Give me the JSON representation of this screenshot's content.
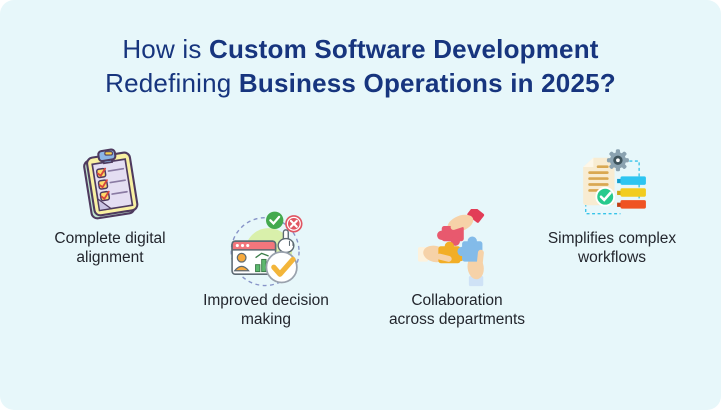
{
  "page": {
    "background_color": "#e7f7fa",
    "title_color": "#17357e",
    "label_color": "#23262d"
  },
  "title": {
    "regular1": "How is ",
    "bold1": "Custom Software Development",
    "regular2": "Redefining ",
    "bold2": "Business Operations in 2025?"
  },
  "items": [
    {
      "icon": "clipboard-checklist-icon",
      "line1": "Complete digital",
      "line2": "alignment"
    },
    {
      "icon": "decision-making-icon",
      "line1": "Improved decision",
      "line2": "making"
    },
    {
      "icon": "collaboration-puzzle-icon",
      "line1": "Collaboration",
      "line2": "across departments"
    },
    {
      "icon": "workflow-gear-icon",
      "line1": "Simplifies complex",
      "line2": "workflows"
    }
  ],
  "icon_colors": {
    "clipboard_board": "#f8f0a2",
    "clipboard_back": "#bfe5cd",
    "clipboard_paper": "#e4def2",
    "clipboard_clip": "#8cb5e6",
    "check_red": "#d6463f",
    "decision_blob": "#d9f0ab",
    "decision_header": "#f3767c",
    "decision_check_green": "#43a94e",
    "decision_x_red": "#e05562",
    "decision_big_check": "#f3b53a",
    "puzzle_pink": "#e8596e",
    "puzzle_yellow": "#f2ae26",
    "puzzle_blue": "#83bbe9",
    "skin": "#f6d2a8",
    "workflow_doc": "#f8ecd2",
    "workflow_gear": "#8aa2b0",
    "workflow_check": "#27ca8d",
    "workflow_bar_cyan": "#2dc5f1",
    "workflow_bar_yellow": "#f2cc1f",
    "workflow_bar_red": "#ef5323"
  }
}
